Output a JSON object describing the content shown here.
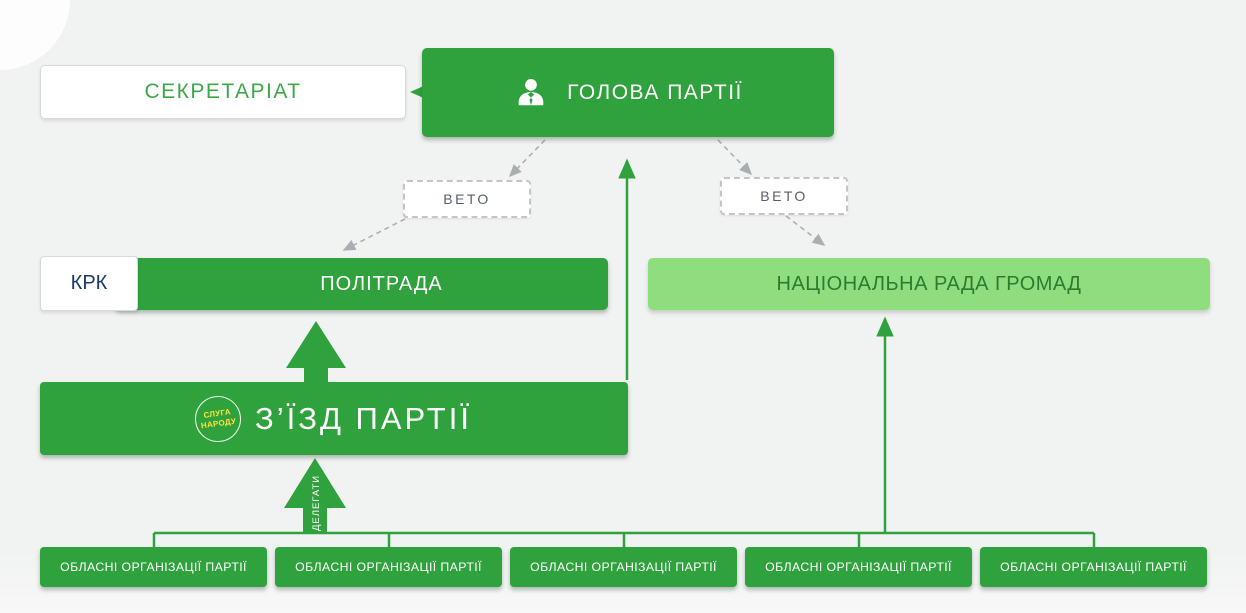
{
  "diagram": {
    "secretariat": "СЕКРЕТАРІАТ",
    "party_head": "ГОЛОВА ПАРТІЇ",
    "veto_left": "ВЕТО",
    "veto_right": "ВЕТО",
    "krk": "КРК",
    "politrada": "ПОЛІТРАДА",
    "national_council": "НАЦІОНАЛЬНА РАДА ГРОМАД",
    "congress": "З’ЇЗД ПАРТІЇ",
    "logo": {
      "line1": "СЛУГА",
      "line2": "НАРОДУ"
    },
    "delegates_label": "ДЕЛЕГАТИ",
    "regional_orgs": [
      "ОБЛАСНІ ОРГАНІЗАЦІЇ ПАРТІЇ",
      "ОБЛАСНІ ОРГАНІЗАЦІЇ ПАРТІЇ",
      "ОБЛАСНІ ОРГАНІЗАЦІЇ ПАРТІЇ",
      "ОБЛАСНІ ОРГАНІЗАЦІЇ ПАРТІЇ",
      "ОБЛАСНІ ОРГАНІЗАЦІЇ ПАРТІЇ"
    ]
  },
  "colors": {
    "accent_green": "#2fa23d",
    "light_green": "#8edd7e",
    "light_green_text": "#2b7c2f",
    "secretariat_text": "#3fa74a",
    "krk_text": "#1b3a6b",
    "veto_text": "#566069",
    "dashed_gray": "#aab0b3",
    "background": "#f1f3f2",
    "logo_yellow": "#ffe23c"
  }
}
